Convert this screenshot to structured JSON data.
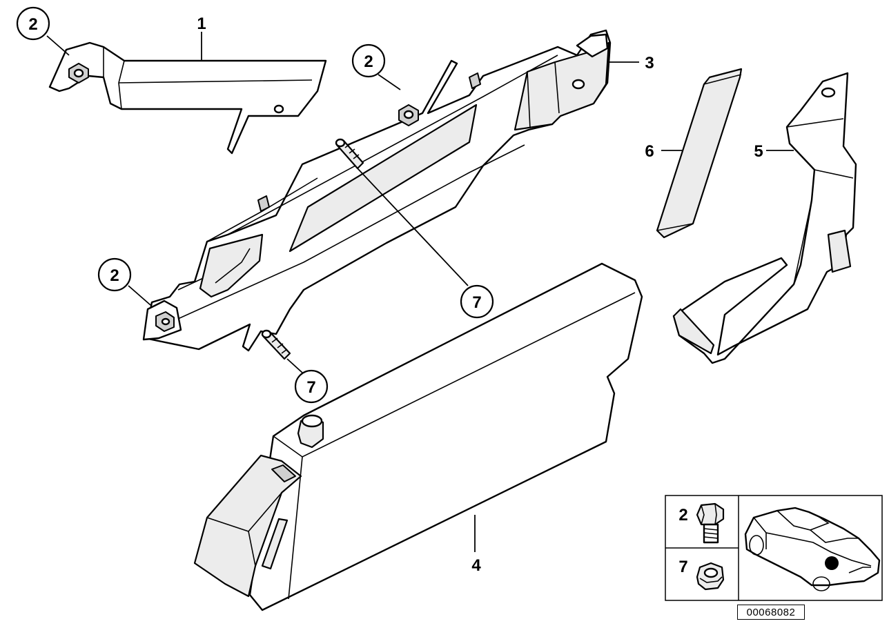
{
  "diagram": {
    "callouts": {
      "bracket_1": "1",
      "nut_top_left": "2",
      "nut_top_center": "2",
      "nut_left": "2",
      "bracket_3": "3",
      "module_4": "4",
      "bracket_5": "5",
      "strip_6": "6",
      "stud_upper": "7",
      "stud_lower": "7"
    },
    "legend": {
      "item_a": "2",
      "item_b": "7",
      "marker_color": "#000000"
    },
    "code": "00068082"
  }
}
